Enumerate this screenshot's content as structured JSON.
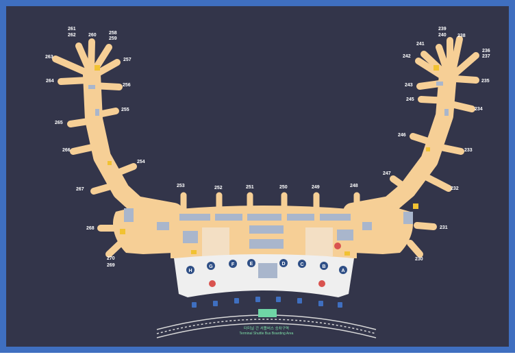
{
  "colors": {
    "frame": "#3f6fc0",
    "background": "#33354a",
    "concourse": "#f6cf96",
    "airside_outline": "#f3e6d0",
    "landside_hall": "#efefef",
    "facility_blocks": "#a9b6cc",
    "counter_marker": "#2f4f86",
    "restriction_marker": "#d9534f",
    "stairs_marker": "#f1c232",
    "bus_zone": "#6fd6a6"
  },
  "gates": {
    "g230": "230",
    "g231": "231",
    "g232": "232",
    "g233": "233",
    "g234": "234",
    "g235": "235",
    "g236": "236",
    "g237": "237",
    "g238": "238",
    "g239": "239",
    "g240": "240",
    "g241": "241",
    "g242": "242",
    "g243": "243",
    "g245": "245",
    "g246": "246",
    "g247": "247",
    "g248": "248",
    "g249": "249",
    "g250": "250",
    "g251": "251",
    "g252": "252",
    "g253": "253",
    "g254": "254",
    "g255": "255",
    "g256": "256",
    "g257": "257",
    "g258": "258",
    "g259": "259",
    "g260": "260",
    "g261": "261",
    "g262": "262",
    "g263": "263",
    "g264": "264",
    "g265": "265",
    "g266": "266",
    "g267": "267",
    "g268": "268",
    "g269": "269",
    "g270": "270"
  },
  "counters": [
    "H",
    "G",
    "F",
    "E",
    "D",
    "C",
    "B",
    "A"
  ],
  "bus_area": {
    "korean": "터미널 간 셔틀버스 승차구역",
    "english": "Terminal Shuttle Bus Boarding Area"
  }
}
